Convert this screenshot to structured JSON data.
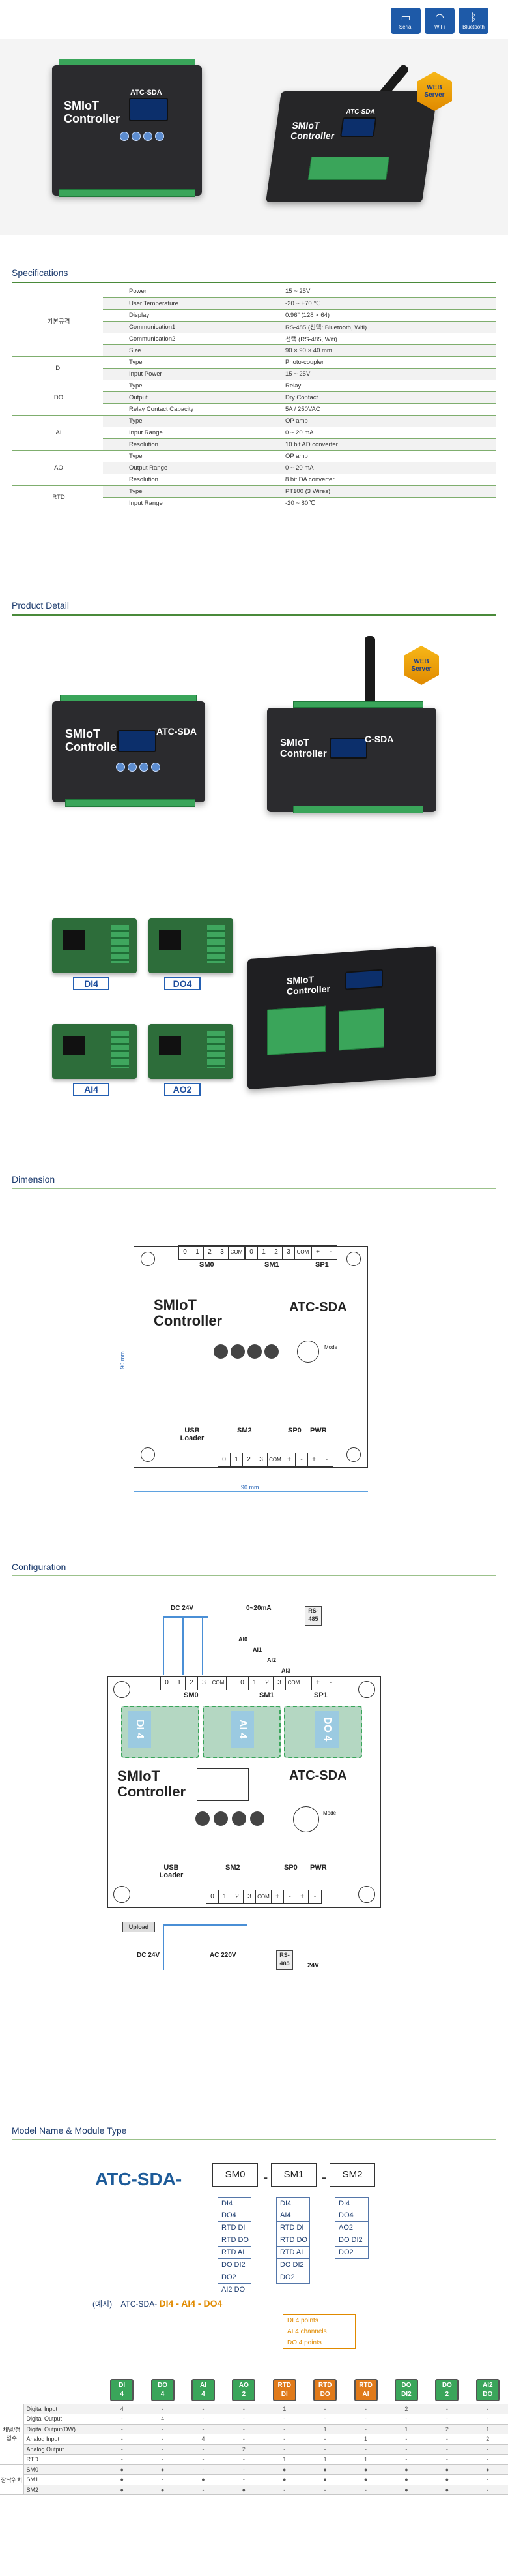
{
  "header_icons": [
    {
      "icon": "serial-port-icon",
      "label": "Serial"
    },
    {
      "icon": "wifi-icon",
      "label": "WiFi"
    },
    {
      "icon": "bluetooth-icon",
      "label": "Bluetooth"
    }
  ],
  "hero": {
    "brand_line1": "SMIoT",
    "brand_line2": "Controller",
    "model": "ATC-SDA",
    "web_badge": "WEB Server"
  },
  "specifications": {
    "title": "Specifications",
    "rows": [
      {
        "cat": "기본규격",
        "item": "Power",
        "value": "15 ~ 25V"
      },
      {
        "cat": "",
        "item": "User Temperature",
        "value": "-20 ~ +70 ℃"
      },
      {
        "cat": "",
        "item": "Display",
        "value": "0.96\" (128 × 64)"
      },
      {
        "cat": "",
        "item": "Communication1",
        "value": "RS-485 (선택: Bluetooth, Wifi)"
      },
      {
        "cat": "",
        "item": "Communication2",
        "value": "선택 (RS-485, Wifi)"
      },
      {
        "cat": "",
        "item": "Size",
        "value": "90 × 90 × 40 mm"
      },
      {
        "cat": "DI",
        "item": "Type",
        "value": "Photo-coupler"
      },
      {
        "cat": "",
        "item": "Input Power",
        "value": "15 ~ 25V"
      },
      {
        "cat": "DO",
        "item": "Type",
        "value": "Relay"
      },
      {
        "cat": "",
        "item": "Output",
        "value": "Dry Contact"
      },
      {
        "cat": "",
        "item": "Relay Contact Capacity",
        "value": "5A / 250VAC"
      },
      {
        "cat": "AI",
        "item": "Type",
        "value": "OP amp"
      },
      {
        "cat": "",
        "item": "Input Range",
        "value": "0 ~ 20 mA"
      },
      {
        "cat": "",
        "item": "Resolution",
        "value": "10 bit AD converter"
      },
      {
        "cat": "AO",
        "item": "Type",
        "value": "OP amp"
      },
      {
        "cat": "",
        "item": "Output Range",
        "value": "0 ~ 20 mA"
      },
      {
        "cat": "",
        "item": "Resolution",
        "value": "8 bit DA converter"
      },
      {
        "cat": "RTD",
        "item": "Type",
        "value": "PT100 (3 Wires)"
      },
      {
        "cat": "",
        "item": "Input Range",
        "value": "-20 ~ 80℃"
      }
    ]
  },
  "product_detail": {
    "title": "Product Detail",
    "brand_line1": "SMIoT",
    "brand_line2": "Controller",
    "model": "ATC-SDA",
    "model_partial": "C-SDA",
    "web_badge": "WEB Server",
    "modules": [
      "DI4",
      "DO4",
      "AI4",
      "AO2"
    ]
  },
  "dimension": {
    "title": "Dimension",
    "top_terminals_left": [
      "0",
      "1",
      "2",
      "3",
      "COM"
    ],
    "top_terminals_right": [
      "0",
      "1",
      "2",
      "3",
      "COM"
    ],
    "top_terminals_sp": [
      "+",
      "-"
    ],
    "group_sm0": "SM0",
    "group_sm1": "SM1",
    "group_sp1": "SP1",
    "brand_line1": "SMIoT",
    "brand_line2": "Controller",
    "model": "ATC-SDA",
    "mode_label": "Mode",
    "bottom_usb": "USB Loader",
    "bottom_sm2": "SM2",
    "bottom_sp0": "SP0",
    "bottom_pwr": "PWR",
    "bottom_terminals": [
      "0",
      "1",
      "2",
      "3",
      "COM",
      "+",
      "-",
      "+",
      "-"
    ],
    "width_label": "90 mm",
    "height_label": "90 mm"
  },
  "configuration": {
    "title": "Configuration",
    "dc24_top": "DC 24V",
    "current_label": "0~20mA",
    "ai_labels": [
      "AI0",
      "AI1",
      "AI2",
      "AI3"
    ],
    "rs485": "RS-485",
    "slot_labels": [
      "DI 4",
      "AI 4",
      "DO 4"
    ],
    "upload": "Upload",
    "dc24_bottom": "DC 24V",
    "ac220": "AC 220V",
    "rs485_bottom": "RS-485",
    "v24": "24V"
  },
  "model_name": {
    "title": "Model Name & Module Type",
    "prefix": "ATC-SDA-",
    "slots": [
      "SM0",
      "SM1",
      "SM2"
    ],
    "sm0_options": [
      "DI4",
      "DO4",
      "RTD DI",
      "RTD DO",
      "RTD AI",
      "DO DI2",
      "DO2",
      "AI2 DO"
    ],
    "sm1_options": [
      "DI4",
      "AI4",
      "RTD DI",
      "RTD DO",
      "RTD AI",
      "DO DI2",
      "DO2"
    ],
    "sm2_options": [
      "DI4",
      "DO4",
      "AO2",
      "DO DI2",
      "DO2"
    ],
    "example_prefix": "(예시)",
    "example_model": "ATC-SDA-",
    "example_code": "DI4 - AI4 - DO4",
    "example_notes": [
      "DI 4 points",
      "AI 4 channels",
      "DO 4 points"
    ]
  },
  "matrix": {
    "chips": [
      {
        "top": "DI",
        "bottom": "4",
        "color": "#3aa55a"
      },
      {
        "top": "DO",
        "bottom": "4",
        "color": "#3aa55a"
      },
      {
        "top": "AI",
        "bottom": "4",
        "color": "#3aa55a"
      },
      {
        "top": "AO",
        "bottom": "2",
        "color": "#3aa55a"
      },
      {
        "top": "RTD",
        "bottom": "DI",
        "color": "#e07a1a"
      },
      {
        "top": "RTD",
        "bottom": "DO",
        "color": "#e07a1a"
      },
      {
        "top": "RTD",
        "bottom": "AI",
        "color": "#e07a1a"
      },
      {
        "top": "DO",
        "bottom": "DI2",
        "color": "#3aa55a"
      },
      {
        "top": "DO",
        "bottom": "2",
        "color": "#3aa55a"
      },
      {
        "top": "AI2",
        "bottom": "DO",
        "color": "#3aa55a"
      }
    ],
    "group_io": "채널/점점수",
    "group_slot": "장착위치",
    "rows": [
      {
        "group": "io",
        "name": "Digital Input",
        "cells": [
          "4",
          "-",
          "-",
          "-",
          "1",
          "-",
          "-",
          "2",
          "-",
          "-"
        ]
      },
      {
        "group": "io",
        "name": "Digital Output",
        "cells": [
          "-",
          "4",
          "-",
          "-",
          "-",
          "-",
          "-",
          "-",
          "-",
          "-"
        ]
      },
      {
        "group": "io",
        "name": "Digital Output(DW)",
        "cells": [
          "-",
          "-",
          "-",
          "-",
          "-",
          "1",
          "-",
          "1",
          "2",
          "1"
        ]
      },
      {
        "group": "io",
        "name": "Analog Input",
        "cells": [
          "-",
          "-",
          "4",
          "-",
          "-",
          "-",
          "1",
          "-",
          "-",
          "2"
        ]
      },
      {
        "group": "io",
        "name": "Analog Output",
        "cells": [
          "-",
          "-",
          "-",
          "2",
          "-",
          "-",
          "-",
          "-",
          "-",
          "-"
        ]
      },
      {
        "group": "io",
        "name": "RTD",
        "cells": [
          "-",
          "-",
          "-",
          "-",
          "1",
          "1",
          "1",
          "-",
          "-",
          "-"
        ]
      },
      {
        "group": "slot",
        "name": "SM0",
        "cells": [
          "●",
          "●",
          "-",
          "-",
          "●",
          "●",
          "●",
          "●",
          "●",
          "●"
        ]
      },
      {
        "group": "slot",
        "name": "SM1",
        "cells": [
          "●",
          "-",
          "●",
          "-",
          "●",
          "●",
          "●",
          "●",
          "●",
          "-"
        ]
      },
      {
        "group": "slot",
        "name": "SM2",
        "cells": [
          "●",
          "●",
          "-",
          "●",
          "-",
          "-",
          "-",
          "●",
          "●",
          "-"
        ]
      }
    ]
  }
}
